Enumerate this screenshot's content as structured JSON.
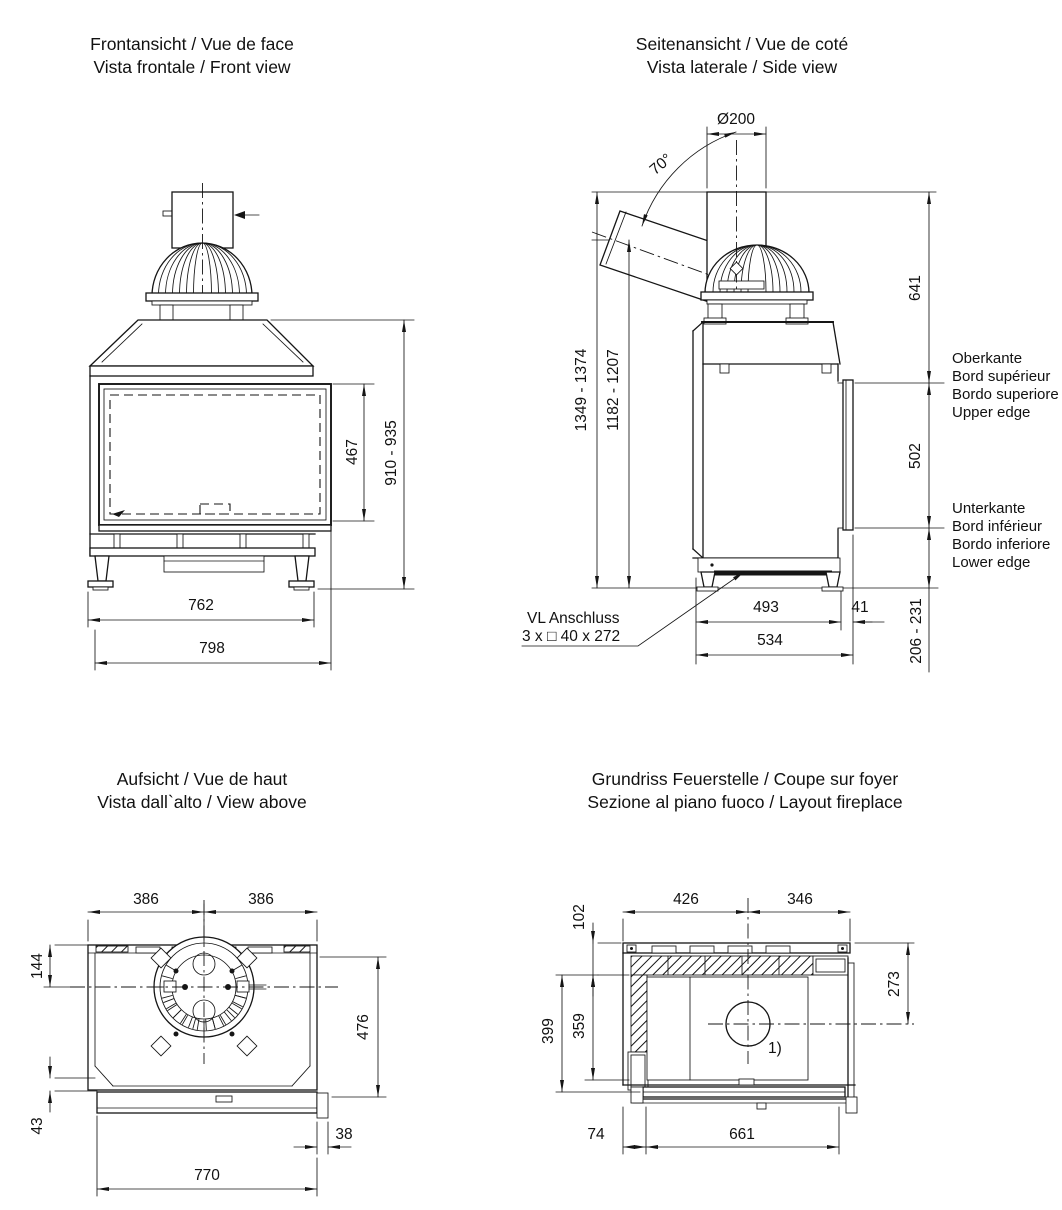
{
  "views": {
    "front": {
      "title_line1": "Frontansicht / Vue de face",
      "title_line2": "Vista frontale / Front view",
      "dims": {
        "glass_height": "467",
        "overall_height": "910 - 935",
        "base_width": "762",
        "overall_width": "798"
      }
    },
    "side": {
      "title_line1": "Seitenansicht / Vue de coté",
      "title_line2": "Vista laterale / Side view",
      "dims": {
        "flue_diameter": "Ø200",
        "flue_angle": "70°",
        "overall_height": "1349 - 1374",
        "rear_flue_height": "1182 - 1207",
        "flue_to_upper_edge": "641",
        "door_height": "502",
        "lower_edge_height": "206 - 231",
        "base_depth": "493",
        "front_offset": "41",
        "overall_depth": "534"
      },
      "labels": {
        "upper_edge": [
          "Oberkante",
          "Bord supérieur",
          "Bordo superiore",
          "Upper edge"
        ],
        "lower_edge": [
          "Unterkante",
          "Bord inférieur",
          "Bordo inferiore",
          "Lower edge"
        ],
        "vl_connection_line1": "VL Anschluss",
        "vl_connection_line2": "3 x □ 40 x 272"
      }
    },
    "top": {
      "title_line1": "Aufsicht / Vue de haut",
      "title_line2": "Vista dall`alto / View above",
      "dims": {
        "half_width_left": "386",
        "half_width_right": "386",
        "flue_center_offset": "144",
        "front_step": "43",
        "depth": "476",
        "side_step": "38",
        "front_width": "770"
      }
    },
    "layout": {
      "title_line1": "Grundriss Feuerstelle / Coupe sur foyer",
      "title_line2": "Sezione al piano fuoco / Layout fireplace",
      "dims": {
        "rear_wall": "102",
        "left_section": "426",
        "right_section": "346",
        "depth_outer": "399",
        "depth_inner": "359",
        "circle_offset": "273",
        "side_wall": "74",
        "floor_width": "661"
      },
      "note_marker": "1)"
    }
  }
}
